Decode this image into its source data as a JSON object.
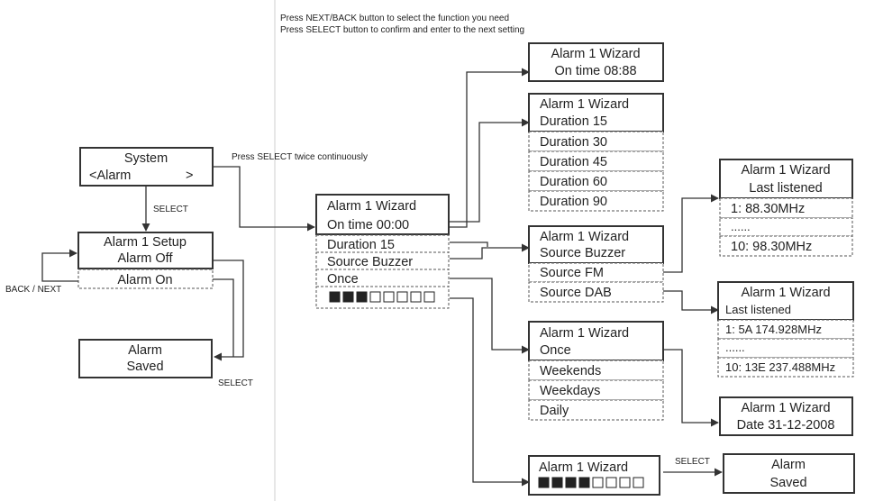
{
  "instructions": {
    "line1": "Press NEXT/BACK button to select the function you need",
    "line2": "Press SELECT button to confirm and enter to the next setting"
  },
  "system_box": {
    "line1": "System",
    "line2_left": "<Alarm",
    "line2_right": ">"
  },
  "press_select_twice": "Press SELECT twice continuously",
  "select_label": "SELECT",
  "back_next_label": "BACK / NEXT",
  "setup_box": {
    "line1": "Alarm 1 Setup",
    "line2": "Alarm Off",
    "option": "Alarm On"
  },
  "saved_box": {
    "line1": "Alarm",
    "line2": "Saved"
  },
  "wizard_main": {
    "title": "Alarm 1 Wizard",
    "on_time": "On time  00:00",
    "duration": "Duration   15",
    "source": "Source Buzzer",
    "repeat": "Once",
    "progress_filled": 3,
    "progress_total": 8
  },
  "on_time_box": {
    "title": "Alarm 1 Wizard",
    "line2": "On time  08:88"
  },
  "duration_box": {
    "title": "Alarm 1 Wizard",
    "line2": "Duration   15",
    "options": [
      "Duration   30",
      "Duration   45",
      "Duration   60",
      "Duration   90"
    ]
  },
  "source_box": {
    "title": "Alarm 1 Wizard",
    "line2": "Source Buzzer",
    "options": [
      "Source FM",
      "Source DAB"
    ]
  },
  "fm_box": {
    "title": "Alarm 1 Wizard",
    "line2": "Last listened",
    "rows": [
      "1:  88.30MHz",
      "......",
      "10:  98.30MHz"
    ]
  },
  "dab_box": {
    "title": "Alarm 1 Wizard",
    "line2": "Last listened",
    "rows": [
      "1:  5A 174.928MHz",
      "......",
      "10: 13E 237.488MHz"
    ]
  },
  "repeat_box": {
    "title": "Alarm 1 Wizard",
    "line2": "Once",
    "options": [
      "Weekends",
      "Weekdays",
      "Daily"
    ]
  },
  "date_box": {
    "title": "Alarm 1 Wizard",
    "line2": "Date  31-12-2008"
  },
  "final_wizard": {
    "title": "Alarm 1 Wizard",
    "progress_filled": 4,
    "progress_total": 8
  },
  "final_saved": {
    "line1": "Alarm",
    "line2": "Saved"
  }
}
